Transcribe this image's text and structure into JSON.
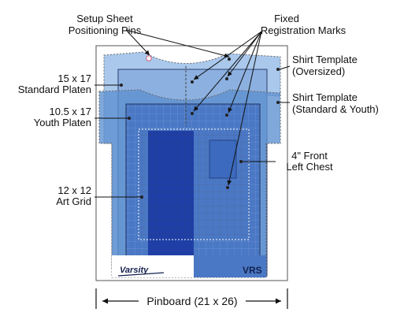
{
  "labels": {
    "setup_pins_1": "Setup Sheet",
    "setup_pins_2": "Positioning Pins",
    "fixed_reg_1": "Fixed",
    "fixed_reg_2": "Registration Marks",
    "standard_platen_1": "15 x 17",
    "standard_platen_2": "Standard Platen",
    "youth_platen_1": "10.5 x 17",
    "youth_platen_2": "Youth Platen",
    "art_grid_1": "12 x 12",
    "art_grid_2": "Art Grid",
    "shirt_oversized_1": "Shirt Template",
    "shirt_oversized_2": "(Oversized)",
    "shirt_standard_1": "Shirt Template",
    "shirt_standard_2": "(Standard & Youth)",
    "left_chest_1": "4\" Front",
    "left_chest_2": "Left Chest",
    "pinboard": "Pinboard (21 x 26)"
  },
  "logos": {
    "left": "Varsity",
    "right": "VRS"
  },
  "colors": {
    "oversized_shirt": "#a9c8ec",
    "standard_platen": "#8cb0e0",
    "standard_shirt": "#5c8fd0",
    "youth_platen": "#4a78c4",
    "art_grid_column": "#1f3fa6",
    "grid_line": "#2e3f78",
    "outline": "#444444",
    "pin_stroke": "#e05a78"
  }
}
